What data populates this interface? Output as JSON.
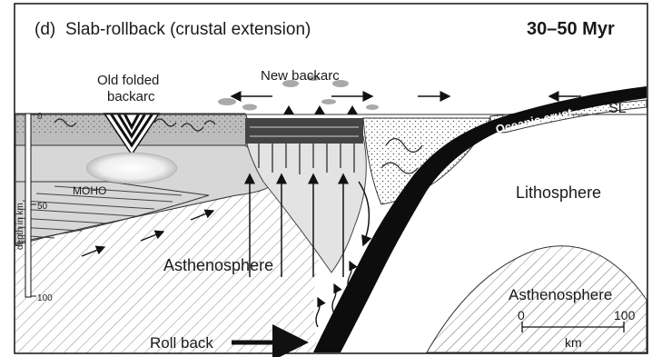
{
  "panel": {
    "letter": "(d)",
    "title": "Slab-rollback (crustal extension)",
    "age": "30–50 Myr"
  },
  "labels": {
    "old_backarc_line1": "Old folded",
    "old_backarc_line2": "backarc",
    "new_backarc": "New backarc",
    "sea_level": "SL",
    "oceanic_crust": "Oceanic crust",
    "lithosphere": "Lithosphere",
    "moho": "MOHO",
    "asthenosphere_left": "Asthenosphere",
    "asthenosphere_right": "Asthenosphere",
    "roll_back": "Roll back"
  },
  "depth_scale": {
    "title": "depth in km",
    "ticks": [
      "0",
      "50",
      "100"
    ]
  },
  "km_scale": {
    "start": "0",
    "end": "100",
    "unit": "km"
  },
  "colors": {
    "frame": "#111111",
    "crust": "#d7d7d7",
    "lithosphere_grey": "#bdbdbd",
    "slab": "#0d0d0d",
    "hatch": "#8a8a8a",
    "cloud": "#a9a9a9"
  },
  "icons": [
    "arrow-right-icon",
    "arrow-left-icon",
    "volcano-icon",
    "cloud-icon"
  ]
}
